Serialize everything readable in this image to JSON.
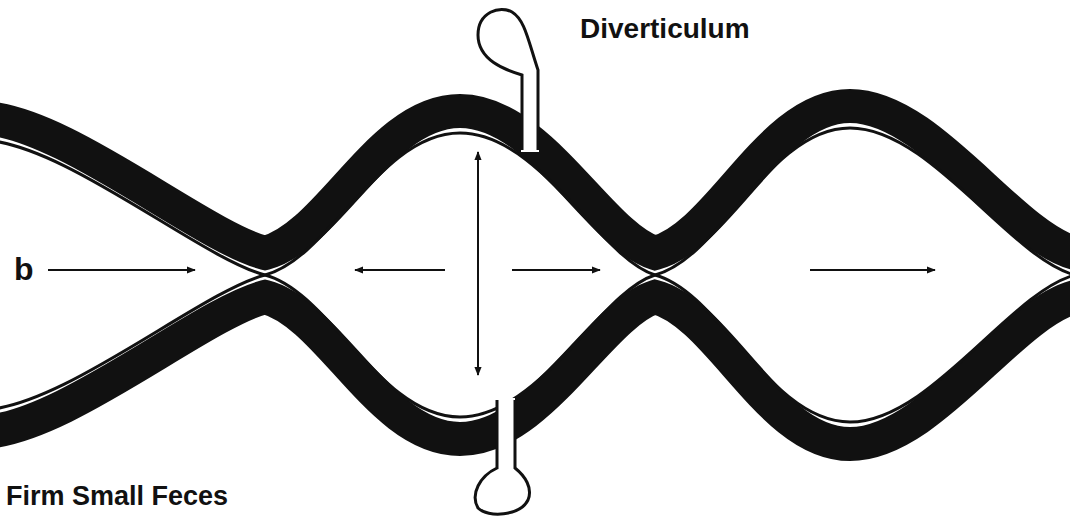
{
  "diagram": {
    "labels": [
      "Diverticulum",
      "b",
      "Firm Small Feces"
    ]
  }
}
